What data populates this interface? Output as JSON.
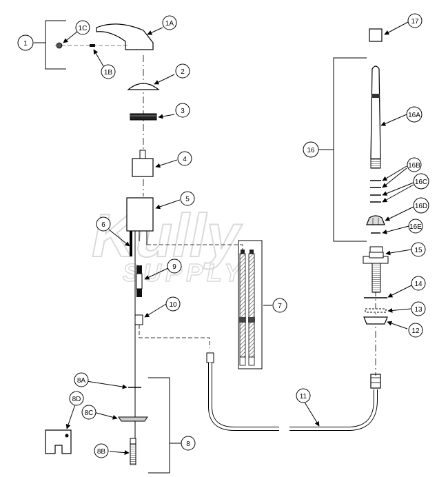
{
  "watermark": {
    "brand": "Kully",
    "sub": "SUPPLY",
    "color": "#c8c8c8"
  },
  "callouts": {
    "c1": "1",
    "c1A": "1A",
    "c1B": "1B",
    "c1C": "1C",
    "c2": "2",
    "c3": "3",
    "c4": "4",
    "c5": "5",
    "c6": "6",
    "c7": "7",
    "c8": "8",
    "c8A": "8A",
    "c8B": "8B",
    "c8C": "8C",
    "c8D": "8D",
    "c9": "9",
    "c10": "10",
    "c11": "11",
    "c12": "12",
    "c13": "13",
    "c14": "14",
    "c15": "15",
    "c16": "16",
    "c16A": "16A",
    "c16B": "16B",
    "c16C": "16C",
    "c16D": "16D",
    "c16E": "16E",
    "c17": "17"
  },
  "colors": {
    "line": "#000000",
    "part_fill": "#ffffff",
    "dark_fill": "#222222"
  }
}
